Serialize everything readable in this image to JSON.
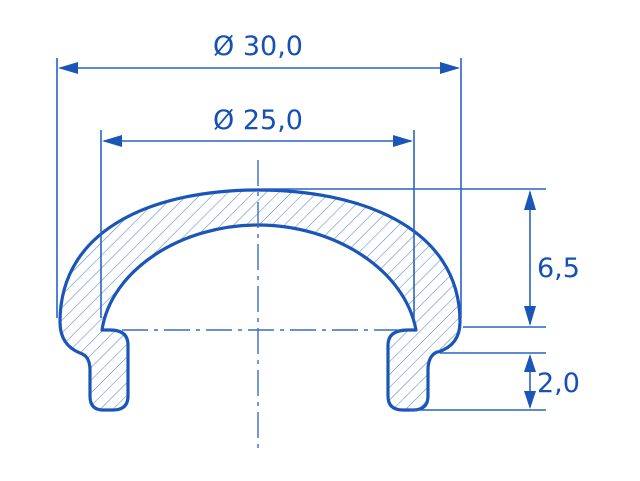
{
  "colors": {
    "stroke": "#1a55b8",
    "text": "#1550b4",
    "hatch": "#5a86d0",
    "background": "#ffffff"
  },
  "dimensions": {
    "outer_diameter": "Ø 30,0",
    "inner_diameter": "Ø 25,0",
    "height": "6,5",
    "leg_height": "2,0"
  }
}
